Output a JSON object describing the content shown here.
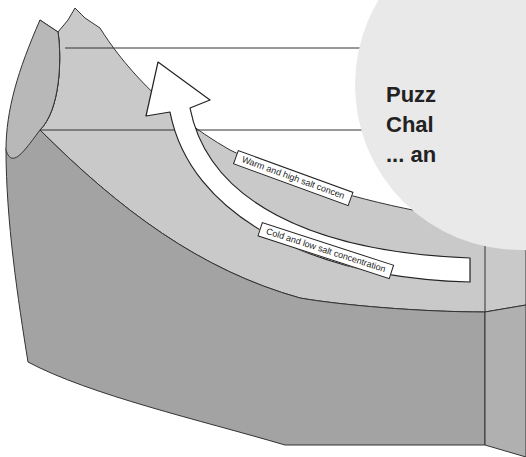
{
  "diagram": {
    "nodes": [
      {
        "text": [
          "Puzz Chal ... an"
        ]
      }
    ],
    "labels": [
      "Warm and high salt concen",
      "Cold and low salt concentration"
    ]
  }
}
